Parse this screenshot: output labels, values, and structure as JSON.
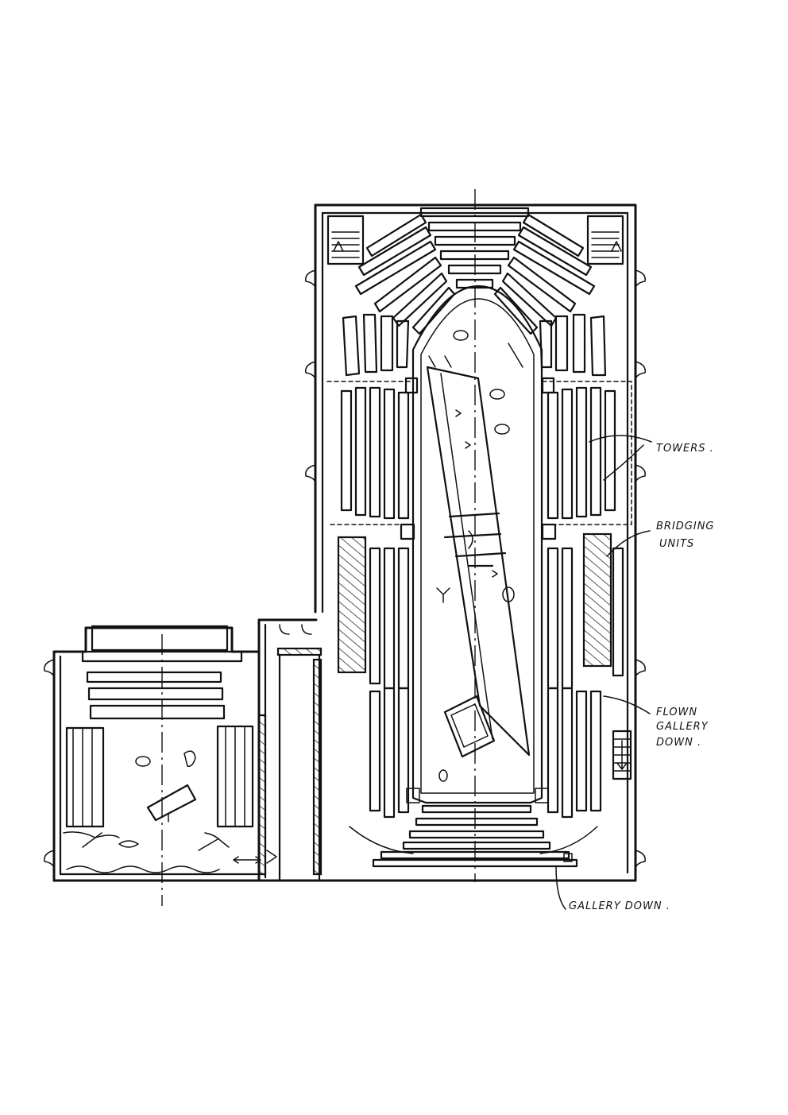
{
  "annotations": {
    "towers": "TOWERS .",
    "bridging_units_1": "BRIDGING",
    "bridging_units_2": "UNITS",
    "flown_gallery_1": "FLOWN",
    "flown_gallery_2": "GALLERY",
    "flown_gallery_3": "DOWN .",
    "gallery_down": "GALLERY DOWN ."
  },
  "colors": {
    "ink": "#111111",
    "paper": "#ffffff"
  }
}
